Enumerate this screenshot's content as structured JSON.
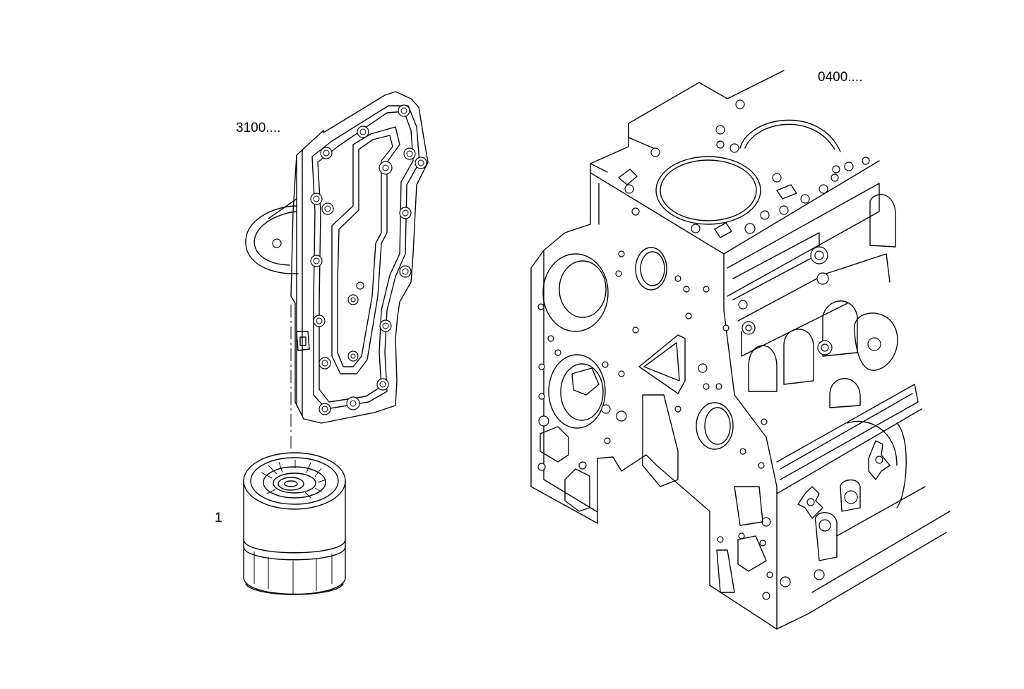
{
  "callouts": {
    "cover": "3100....",
    "block": "0400....",
    "filter": "1"
  },
  "colors": {
    "line": "#000000",
    "background": "#ffffff"
  }
}
